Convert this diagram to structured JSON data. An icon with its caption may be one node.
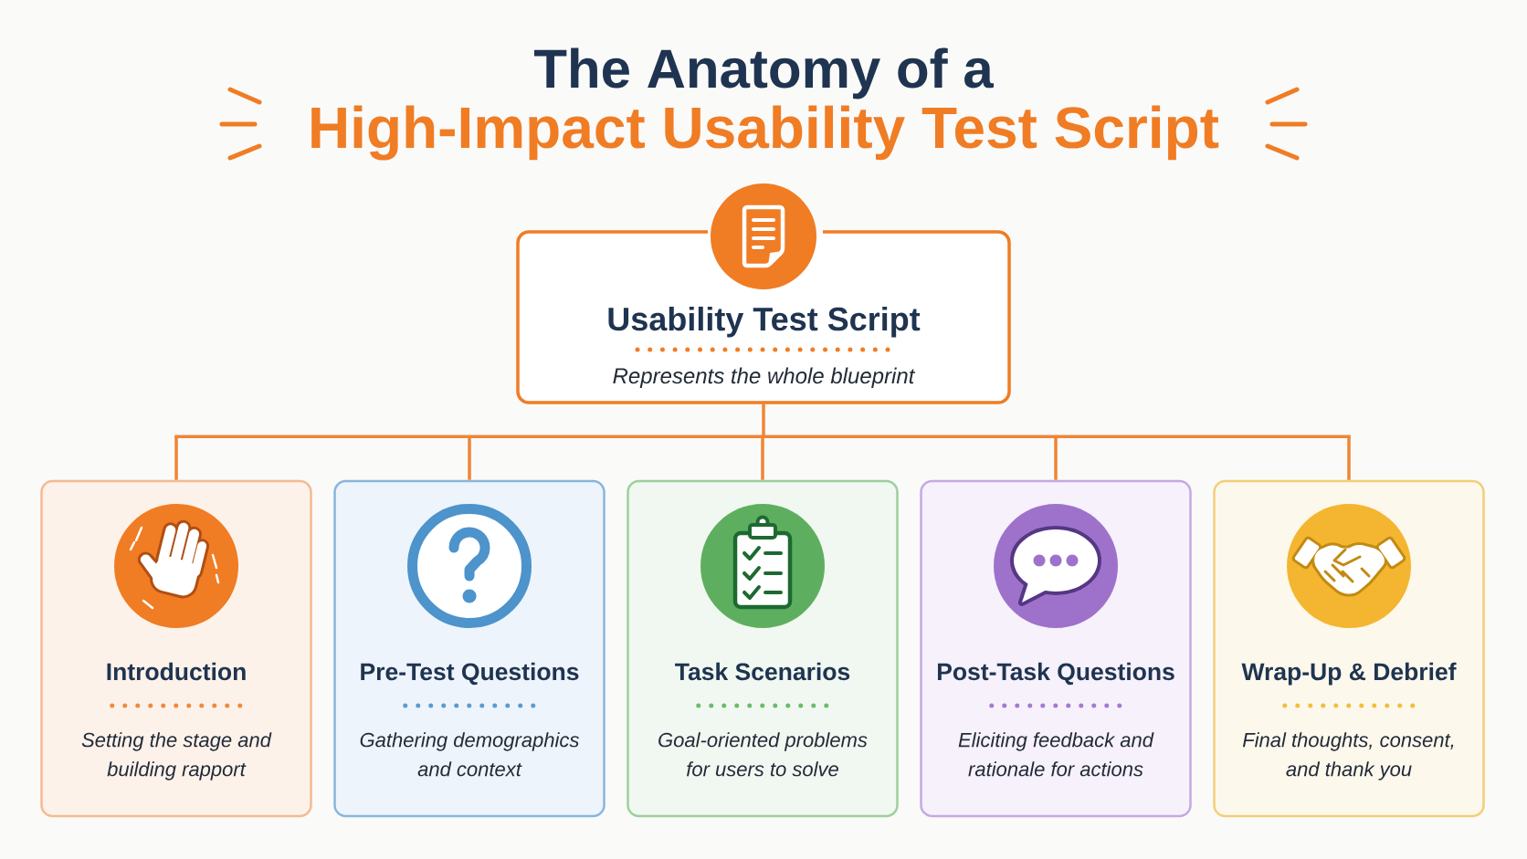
{
  "diagram": {
    "title": "The Anatomy of a",
    "nodes": [
      {
        "text": [
          "Usability Test Script",
          "Represents the whole blueprint"
        ]
      },
      {
        "text": [
          "Introduction",
          "Setting the stage and building rapport"
        ]
      },
      {
        "text": [
          "Pre-Test Questions",
          "Gathering demographics and context"
        ]
      },
      {
        "text": [
          "Task Scenarios",
          "Goal-oriented problems for users to solve"
        ]
      },
      {
        "text": [
          "Post-Task Questions",
          "Eliciting feedback and rationale for actions"
        ]
      },
      {
        "text": [
          "Wrap-Up & Debrief",
          "Final thoughts, consent, and thank you"
        ]
      }
    ],
    "edges": [
      {
        "from": 0,
        "to": 1,
        "arrow": "none"
      },
      {
        "from": 0,
        "to": 2,
        "arrow": "none"
      },
      {
        "from": 0,
        "to": 3,
        "arrow": "none"
      },
      {
        "from": 0,
        "to": 4,
        "arrow": "none"
      },
      {
        "from": 0,
        "to": 5,
        "arrow": "none"
      }
    ],
    "labels": [
      "High-Impact Usability Test Script"
    ]
  }
}
